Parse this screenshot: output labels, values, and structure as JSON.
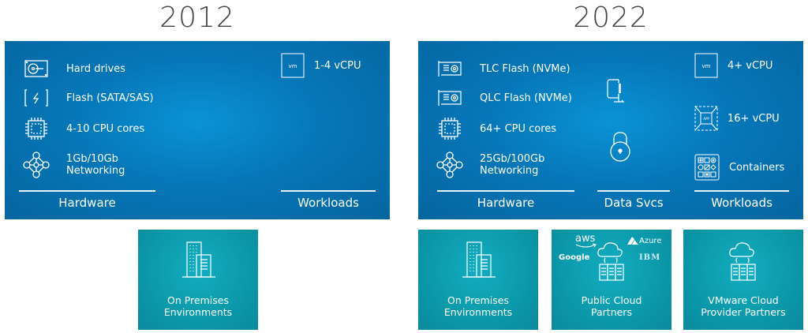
{
  "columns": [
    {
      "year": "2012",
      "hardware": {
        "title": "Hardware",
        "items": [
          {
            "icon": "hard-drive-icon",
            "label": "Hard drives"
          },
          {
            "icon": "flash-drive-icon",
            "label": "Flash (SATA/SAS)"
          },
          {
            "icon": "cpu-chip-icon",
            "label": "4-10 CPU cores"
          },
          {
            "icon": "network-icon",
            "label": "1Gb/10Gb\nNetworking"
          }
        ]
      },
      "workloads": {
        "title": "Workloads",
        "items": [
          {
            "icon": "vm-icon",
            "icon_text": "vm",
            "label": "1-4 vCPU"
          }
        ]
      },
      "environments": [
        {
          "icon": "building-icon",
          "label": "On Premises\nEnvironments"
        }
      ]
    },
    {
      "year": "2022",
      "hardware": {
        "title": "Hardware",
        "items": [
          {
            "icon": "nvme-card-icon",
            "label": "TLC Flash (NVMe)"
          },
          {
            "icon": "nvme-card-icon",
            "label": "QLC Flash (NVMe)"
          },
          {
            "icon": "cpu-chip-icon",
            "label": "64+ CPU cores"
          },
          {
            "icon": "network-icon",
            "label": "25Gb/100Gb\nNetworking"
          }
        ]
      },
      "data_services": {
        "title": "Data Svcs",
        "items": [
          {
            "icon": "compression-clamp-icon"
          },
          {
            "icon": "padlock-icon"
          }
        ]
      },
      "workloads": {
        "title": "Workloads",
        "items": [
          {
            "icon": "vm-icon",
            "icon_text": "vm",
            "label": "4+ vCPU"
          },
          {
            "icon": "app-icon",
            "icon_text": "APP",
            "label": "16+ vCPU"
          },
          {
            "icon": "containers-icon",
            "label": "Containers"
          }
        ]
      },
      "environments": [
        {
          "icon": "building-icon",
          "label": "On Premises\nEnvironments"
        },
        {
          "icon": "cloud-servers-icon",
          "label": "Public Cloud\nPartners",
          "logos": [
            "aws",
            "Azure",
            "Google",
            "IBM"
          ]
        },
        {
          "icon": "cloud-servers-icon",
          "label": "VMware Cloud\nProvider Partners"
        }
      ]
    }
  ],
  "colors": {
    "panel_blue": "#0677b8",
    "tile_teal": "#0c9aac",
    "year_text": "#444444"
  }
}
